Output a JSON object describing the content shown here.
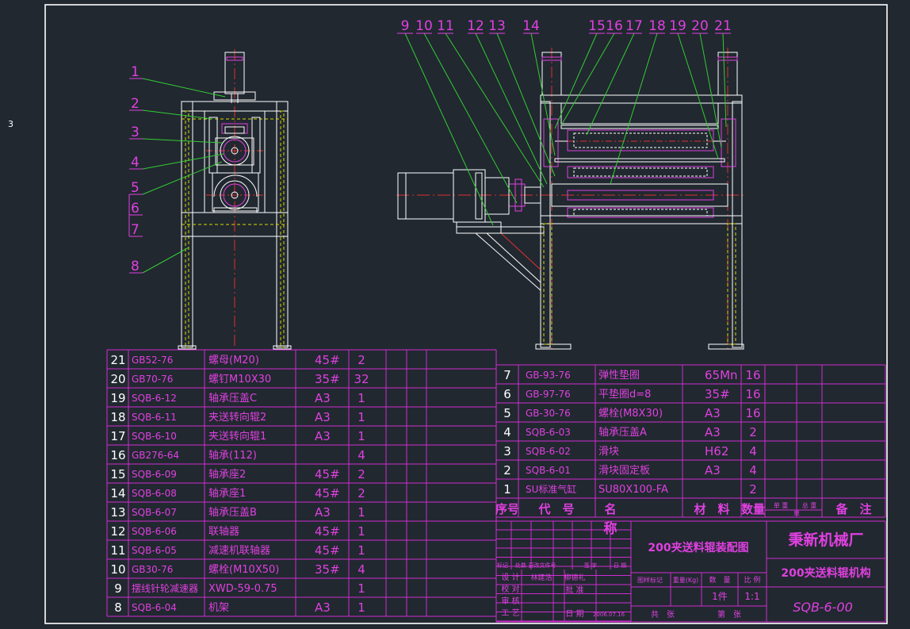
{
  "sheet_marker": "3",
  "callouts_left": [
    "1",
    "2",
    "3",
    "4",
    "5",
    "6",
    "7",
    "8"
  ],
  "callouts_top": [
    "9",
    "10",
    "11",
    "12",
    "13",
    "14",
    "15",
    "16",
    "17",
    "18",
    "19",
    "20",
    "21"
  ],
  "bom_left": [
    {
      "no": "21",
      "code": "GB52-76",
      "name": "螺母(M20)",
      "material": "45#",
      "qty": "2"
    },
    {
      "no": "20",
      "code": "GB70-76",
      "name": "螺钉M10X30",
      "material": "35#",
      "qty": "32"
    },
    {
      "no": "19",
      "code": "SQB-6-12",
      "name": "轴承压盖C",
      "material": "A3",
      "qty": "1"
    },
    {
      "no": "18",
      "code": "SQB-6-11",
      "name": "夹送转向辊2",
      "material": "A3",
      "qty": "1"
    },
    {
      "no": "17",
      "code": "SQB-6-10",
      "name": "夹送转向辊1",
      "material": "A3",
      "qty": "1"
    },
    {
      "no": "16",
      "code": "GB276-64",
      "name": "轴承(112)",
      "material": "",
      "qty": "4"
    },
    {
      "no": "15",
      "code": "SQB-6-09",
      "name": "轴承座2",
      "material": "45#",
      "qty": "2"
    },
    {
      "no": "14",
      "code": "SQB-6-08",
      "name": "轴承座1",
      "material": "45#",
      "qty": "2"
    },
    {
      "no": "13",
      "code": "SQB-6-07",
      "name": "轴承压盖B",
      "material": "A3",
      "qty": "1"
    },
    {
      "no": "12",
      "code": "SQB-6-06",
      "name": "联轴器",
      "material": "45#",
      "qty": "1"
    },
    {
      "no": "11",
      "code": "SQB-6-05",
      "name": "减速机联轴器",
      "material": "45#",
      "qty": "1"
    },
    {
      "no": "10",
      "code": "GB30-76",
      "name": "螺栓(M10X50)",
      "material": "35#",
      "qty": "4"
    },
    {
      "no": "9",
      "code": "摆线针轮减速器",
      "name": "XWD-59-0.75",
      "material": "",
      "qty": "1"
    },
    {
      "no": "8",
      "code": "SQB-6-04",
      "name": "机架",
      "material": "A3",
      "qty": "1"
    }
  ],
  "bom_right": [
    {
      "no": "7",
      "code": "GB-93-76",
      "name": "弹性垫圈",
      "material": "65Mn",
      "qty": "16"
    },
    {
      "no": "6",
      "code": "GB-97-76",
      "name": "平垫圈d=8",
      "material": "35#",
      "qty": "16"
    },
    {
      "no": "5",
      "code": "GB-30-76",
      "name": "螺栓(M8X30)",
      "material": "A3",
      "qty": "16"
    },
    {
      "no": "4",
      "code": "SQB-6-03",
      "name": "轴承压盖A",
      "material": "A3",
      "qty": "2"
    },
    {
      "no": "3",
      "code": "SQB-6-02",
      "name": "滑块",
      "material": "H62",
      "qty": "4"
    },
    {
      "no": "2",
      "code": "SQB-6-01",
      "name": "滑块固定板",
      "material": "A3",
      "qty": "4"
    },
    {
      "no": "1",
      "code": "SU标准气缸",
      "name": "SU80X100-FA",
      "material": "",
      "qty": "2"
    }
  ],
  "bom_header": {
    "no": "序号",
    "code": "代　号",
    "name": "名",
    "name2": "称",
    "material": "材　料",
    "qty": "数量",
    "unit_a": "单 重",
    "unit_b": "总 重",
    "weight_sub": "量",
    "remark": "备　注"
  },
  "title_block": {
    "drawing_title": "200夹送料辊装配图",
    "company": "秉新机械厂",
    "assembly_name": "200夹送料辊机构",
    "drawing_no": "SQB-6-00",
    "row_labels": [
      "设 计",
      "校 对",
      "审 核",
      "工 艺"
    ],
    "header_marks": [
      "标记",
      "处数",
      "更改文件号",
      "签 字",
      "日 期"
    ],
    "designer": "林建浩",
    "designer2": "柳德礼",
    "approve": "批 准",
    "date_label": "日 期",
    "date": "2006.07.16",
    "stage_label": "图样标记",
    "weight_label": "重量(Kg)",
    "qty_label": "数　量",
    "scale_label": "比 例",
    "sheet_qty": "1件",
    "scale": "1:1",
    "sheet_total": "共　张",
    "sheet_no": "第　张"
  },
  "colors": {
    "background": "#212830",
    "outline": "#ffffff",
    "drawing": "#ffffff",
    "table_line": "#d02cd0",
    "label": "#e040e0",
    "centerline": "#e03030",
    "leader": "#33cc33",
    "hidden": "#d8d800"
  }
}
